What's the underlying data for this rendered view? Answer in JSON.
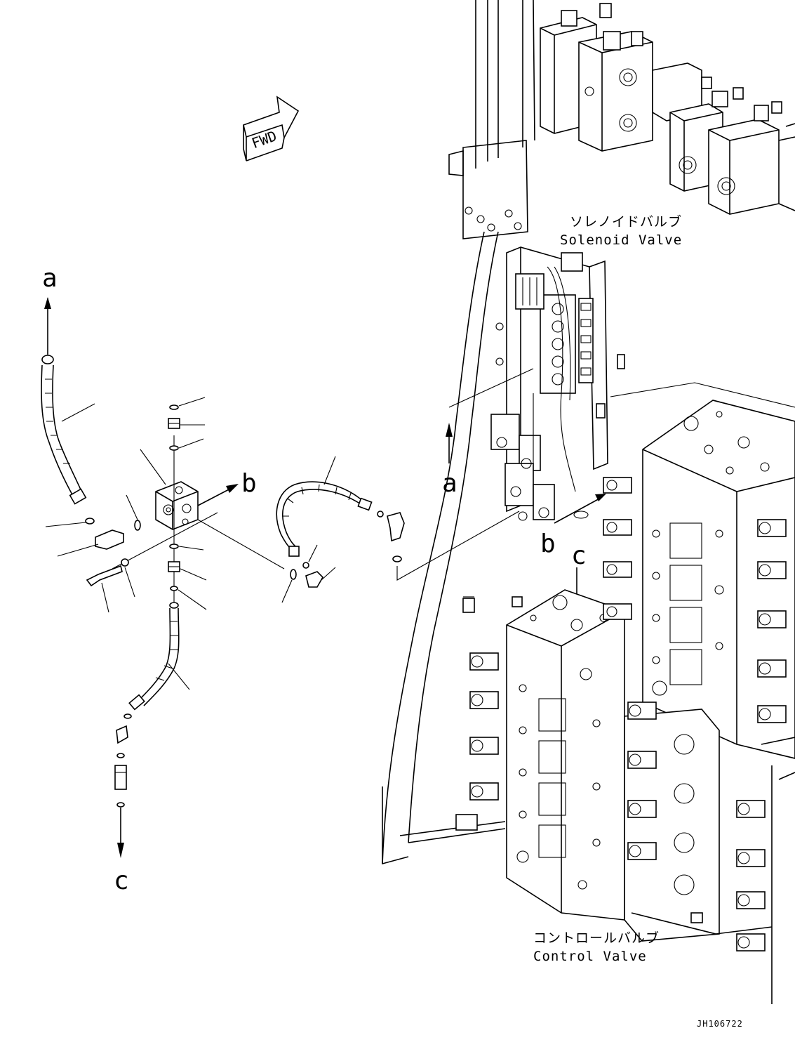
{
  "diagram": {
    "fwd_label": "FWD",
    "solenoid_valve": {
      "jp": "ソレノイドバルブ",
      "en": "Solenoid Valve"
    },
    "control_valve": {
      "jp": "コントロールバルブ",
      "en": "Control Valve"
    },
    "callouts": {
      "a_left": "a",
      "a_right": "a",
      "b_left": "b",
      "b_right": "b",
      "c_left": "c",
      "c_right": "c"
    },
    "drawing_number": "JH106722"
  }
}
